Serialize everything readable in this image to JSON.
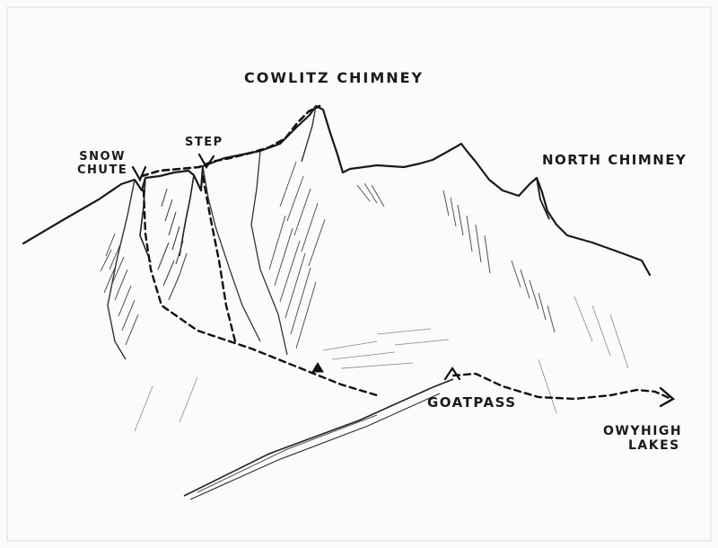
{
  "labels": {
    "cowlitz_chimney": "COWLITZ CHIMNEY",
    "north_chimney": "NORTH CHIMNEY",
    "snow": "SNOW",
    "chute": "CHUTE",
    "step": "STEP",
    "goat_pass": "GOATPASS",
    "ohanapecosh": "OWYHIGH",
    "lakes": "LAKES"
  },
  "colors": {
    "ink": "#1a1a1a",
    "shade": "#555555",
    "paper": "#fbfbfa"
  }
}
